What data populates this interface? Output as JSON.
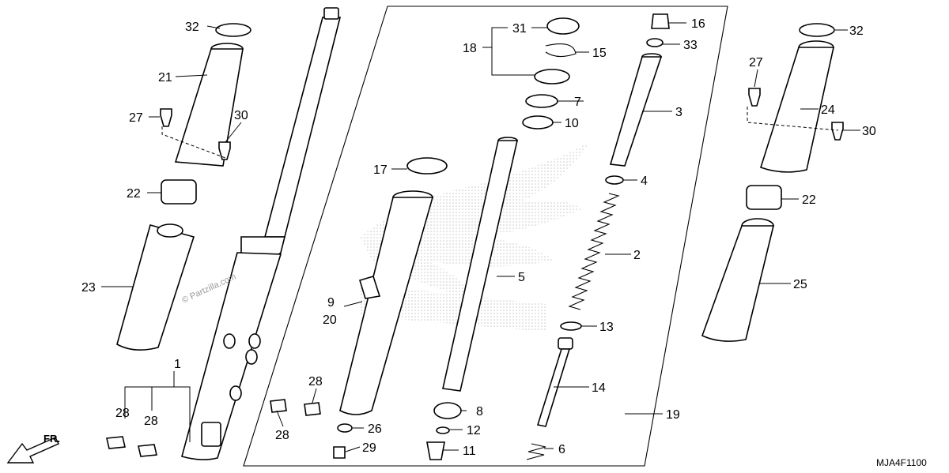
{
  "diagram": {
    "code": "MJA4F1100",
    "watermark": "© Partzilla.com",
    "front_label": "FR.",
    "callouts": [
      {
        "id": "c1",
        "text": "1"
      },
      {
        "id": "c2",
        "text": "2"
      },
      {
        "id": "c3",
        "text": "3"
      },
      {
        "id": "c4",
        "text": "4"
      },
      {
        "id": "c5",
        "text": "5"
      },
      {
        "id": "c6",
        "text": "6"
      },
      {
        "id": "c7",
        "text": "7"
      },
      {
        "id": "c8",
        "text": "8"
      },
      {
        "id": "c9",
        "text": "9"
      },
      {
        "id": "c10",
        "text": "10"
      },
      {
        "id": "c11",
        "text": "11"
      },
      {
        "id": "c12",
        "text": "12"
      },
      {
        "id": "c13",
        "text": "13"
      },
      {
        "id": "c14",
        "text": "14"
      },
      {
        "id": "c15",
        "text": "15"
      },
      {
        "id": "c16",
        "text": "16"
      },
      {
        "id": "c17",
        "text": "17"
      },
      {
        "id": "c18",
        "text": "18"
      },
      {
        "id": "c19",
        "text": "19"
      },
      {
        "id": "c20",
        "text": "20"
      },
      {
        "id": "c21",
        "text": "21"
      },
      {
        "id": "c22a",
        "text": "22"
      },
      {
        "id": "c22b",
        "text": "22"
      },
      {
        "id": "c23",
        "text": "23"
      },
      {
        "id": "c24",
        "text": "24"
      },
      {
        "id": "c25",
        "text": "25"
      },
      {
        "id": "c26",
        "text": "26"
      },
      {
        "id": "c27a",
        "text": "27"
      },
      {
        "id": "c27b",
        "text": "27"
      },
      {
        "id": "c28a",
        "text": "28"
      },
      {
        "id": "c28b",
        "text": "28"
      },
      {
        "id": "c28c",
        "text": "28"
      },
      {
        "id": "c28d",
        "text": "28"
      },
      {
        "id": "c29",
        "text": "29"
      },
      {
        "id": "c30a",
        "text": "30"
      },
      {
        "id": "c30b",
        "text": "30"
      },
      {
        "id": "c31",
        "text": "31"
      },
      {
        "id": "c32a",
        "text": "32"
      },
      {
        "id": "c32b",
        "text": "32"
      },
      {
        "id": "c33",
        "text": "33"
      }
    ]
  }
}
